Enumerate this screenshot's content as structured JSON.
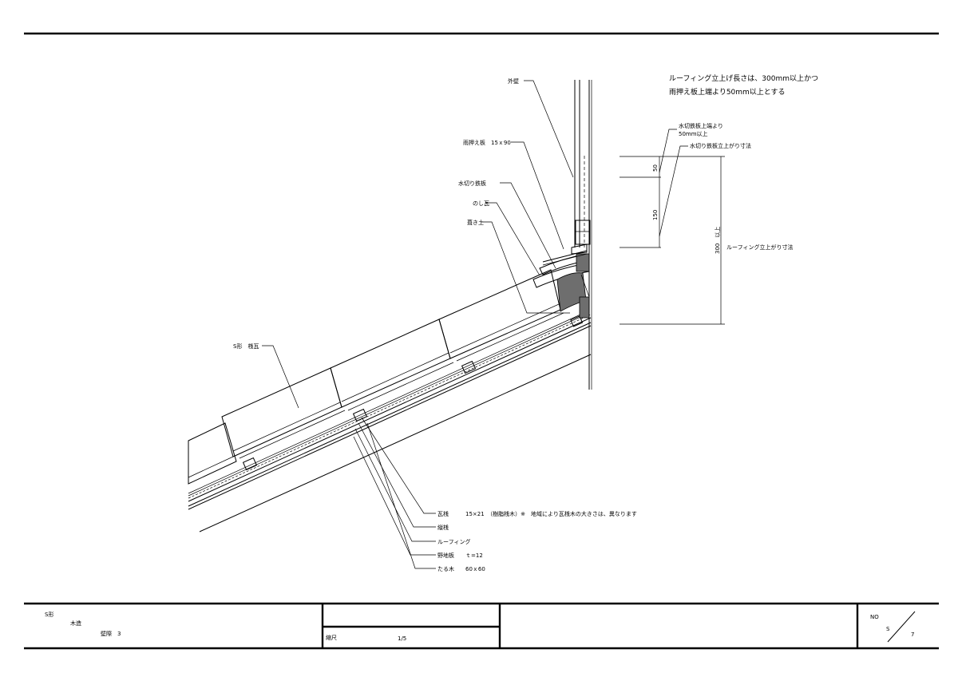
{
  "notes": {
    "line1": "ルーフィング立上げ長さは、300mm以上かつ",
    "line2": "雨押え板上端より50mm以上とする"
  },
  "labels": {
    "outer_wall": "外壁",
    "amaosae": "雨押え板　15ｘ90",
    "mizukiri": "水切り鉄板",
    "noshi": "のし瓦",
    "okitsuchi": "葺き土",
    "tile": "S形　桟瓦",
    "kawarazan": "瓦桟　　　15×21　（樹脂桟木）※　地域により瓦桟木の大きさは、異なります",
    "tatezan": "縦桟",
    "roofing": "ルーフィング",
    "nojiita": "野地板　　ｔ=12",
    "taruki": "たる木　　60ｘ60"
  },
  "dimensions": {
    "note_a1": "水切鉄板上端より",
    "note_a2": "50mm以上",
    "note_b": "水切り鉄板立上がり寸法",
    "dim_50": "50",
    "dim_150": "150",
    "dim_300": "300　以上",
    "roofing_rise": "ルーフィング立上がり寸法"
  },
  "title_block": {
    "left_line1": "S形",
    "left_line2": "木造",
    "left_line3": "壁際　3",
    "scale_label": "縮尺",
    "scale_value": "1/5",
    "no_label": "NO",
    "series": "S",
    "number": "7"
  }
}
